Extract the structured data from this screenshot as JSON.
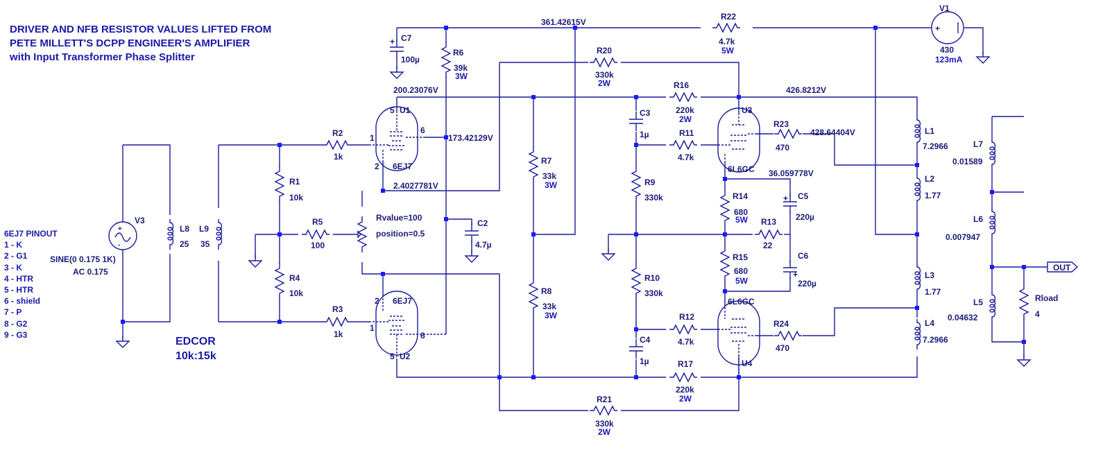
{
  "header": {
    "line1": "DRIVER AND NFB RESISTOR VALUES LIFTED FROM",
    "line2": "PETE MILLETT'S DCPP ENGINEER'S AMPLIFIER",
    "line3": "with Input Transformer Phase Splitter"
  },
  "pinout": {
    "title": "6EJ7 PINOUT",
    "pins": [
      "1 - K",
      "2 - G1",
      "3 - K",
      "4 - HTR",
      "5 - HTR",
      "6 - shield",
      "7 - P",
      "8 - G2",
      "9 - G3"
    ]
  },
  "transformer_note": {
    "line1": "EDCOR",
    "line2": "10k:15k"
  },
  "node_voltages": {
    "supply": "361.42615V",
    "u1_plate": "200.23076V",
    "u1_screen": "173.42129V",
    "u1_cathode": "2.4027781V",
    "b_plus": "426.8212V",
    "u3_screen": "428.64404V",
    "power_cathode": "36.059778V"
  },
  "components": {
    "V1": {
      "ref": "V1",
      "value": "430",
      "extra": "123mA"
    },
    "V3": {
      "ref": "V3",
      "value": "SINE(0 0.175 1K)",
      "extra": "AC 0.175"
    },
    "R22": {
      "ref": "R22",
      "value": "4.7k",
      "rating": "5W"
    },
    "R20": {
      "ref": "R20",
      "value": "330k",
      "rating": "2W"
    },
    "R21": {
      "ref": "R21",
      "value": "330k",
      "rating": "2W"
    },
    "R16": {
      "ref": "R16",
      "value": "220k",
      "rating": "2W"
    },
    "R17": {
      "ref": "R17",
      "value": "220k",
      "rating": "2W"
    },
    "R6": {
      "ref": "R6",
      "value": "39k",
      "rating": "3W"
    },
    "R7": {
      "ref": "R7",
      "value": "33k",
      "rating": "3W"
    },
    "R8": {
      "ref": "R8",
      "value": "33k",
      "rating": "3W"
    },
    "R1": {
      "ref": "R1",
      "value": "10k"
    },
    "R4": {
      "ref": "R4",
      "value": "10k"
    },
    "R2": {
      "ref": "R2",
      "value": "1k"
    },
    "R3": {
      "ref": "R3",
      "value": "1k"
    },
    "R5": {
      "ref": "R5",
      "value": "100"
    },
    "POT": {
      "rvalue": "Rvalue=100",
      "position": "position=0.5"
    },
    "R9": {
      "ref": "R9",
      "value": "330k"
    },
    "R10": {
      "ref": "R10",
      "value": "330k"
    },
    "R11": {
      "ref": "R11",
      "value": "4.7k"
    },
    "R12": {
      "ref": "R12",
      "value": "4.7k"
    },
    "R13": {
      "ref": "R13",
      "value": "22"
    },
    "R14": {
      "ref": "R14",
      "value": "680",
      "rating": "5W"
    },
    "R15": {
      "ref": "R15",
      "value": "680",
      "rating": "5W"
    },
    "R23": {
      "ref": "R23",
      "value": "470"
    },
    "R24": {
      "ref": "R24",
      "value": "470"
    },
    "RLOAD": {
      "ref": "Rload",
      "value": "4"
    },
    "C7": {
      "ref": "C7",
      "value": "100µ"
    },
    "C2": {
      "ref": "C2",
      "value": "4.7µ"
    },
    "C3": {
      "ref": "C3",
      "value": "1µ"
    },
    "C4": {
      "ref": "C4",
      "value": "1µ"
    },
    "C5": {
      "ref": "C5",
      "value": "220µ"
    },
    "C6": {
      "ref": "C6",
      "value": "220µ"
    },
    "L1": {
      "ref": "L1",
      "value": "7.2966"
    },
    "L2": {
      "ref": "L2",
      "value": "1.77"
    },
    "L3": {
      "ref": "L3",
      "value": "1.77"
    },
    "L4": {
      "ref": "L4",
      "value": "7.2966"
    },
    "L5": {
      "ref": "L5",
      "value": "0.04632"
    },
    "L6": {
      "ref": "L6",
      "value": "0.007947"
    },
    "L7": {
      "ref": "L7",
      "value": "0.01589"
    },
    "L8": {
      "ref": "L8",
      "value": "25"
    },
    "L9": {
      "ref": "L9",
      "value": "35"
    },
    "U1": {
      "ref": "U1",
      "type": "6EJ7"
    },
    "U2": {
      "ref": "U2",
      "type": "6EJ7"
    },
    "U3": {
      "ref": "U3",
      "type": "6L6GC"
    },
    "U4": {
      "ref": "U4",
      "type": "6L6GC"
    }
  },
  "pin_numbers": {
    "p1": "1",
    "p2": "2",
    "p5": "5",
    "p6": "6"
  },
  "output_port": "OUT"
}
